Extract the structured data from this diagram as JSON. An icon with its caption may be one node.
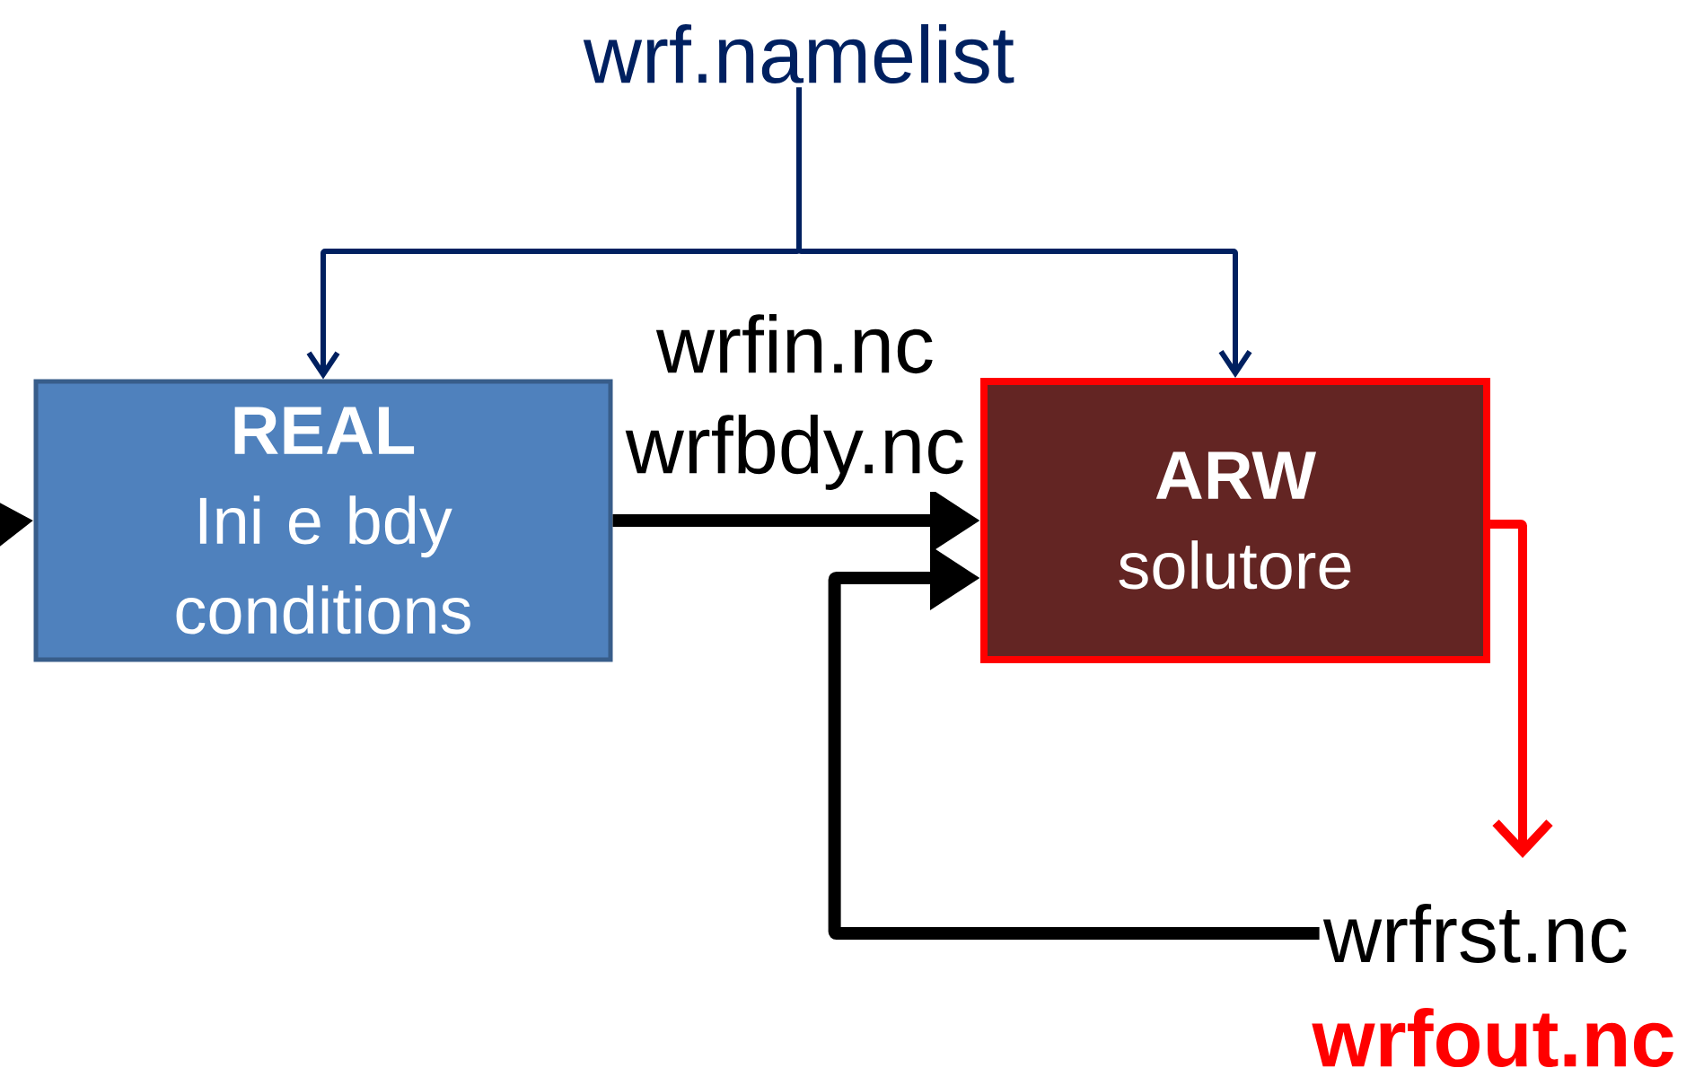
{
  "diagram": {
    "nodes": [
      {
        "text": [
          "wrf.namelist"
        ]
      },
      {
        "text": [
          "REAL",
          "Ini e bdy conditions"
        ]
      },
      {
        "text": [
          "ARW",
          "solutore"
        ]
      },
      {
        "text": [
          "wrfrst.nc"
        ]
      },
      {
        "text": [
          "wrfout.nc"
        ]
      }
    ],
    "edges": [
      {
        "from": null,
        "to": 1,
        "arrow": "to",
        "color": "#000000"
      },
      {
        "from": 0,
        "to": 1,
        "arrow": "to",
        "color": "#002060"
      },
      {
        "from": 0,
        "to": 2,
        "arrow": "to",
        "color": "#002060"
      },
      {
        "from": 1,
        "to": 2,
        "arrow": "to",
        "color": "#000000",
        "label": "wrfin.nc wrfbdy.nc"
      },
      {
        "from": 3,
        "to": 2,
        "arrow": "to",
        "color": "#000000"
      },
      {
        "from": 2,
        "to": 3,
        "arrow": "to",
        "color": "#ff0000"
      }
    ]
  }
}
